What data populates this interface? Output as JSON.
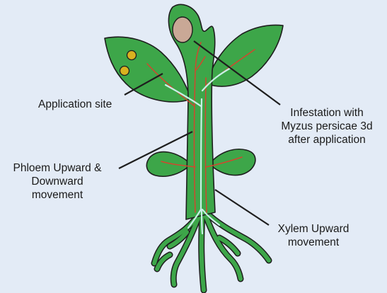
{
  "labels": {
    "application_site": "Application site",
    "infestation": [
      "Infestation with",
      "Myzus persicae 3d",
      "after application"
    ],
    "phloem": [
      "Phloem Upward &",
      "Downward",
      "movement"
    ],
    "xylem": [
      "Xylem Upward",
      "movement"
    ]
  },
  "colors": {
    "background": "#e3ebf6",
    "plant_fill": "#3da649",
    "plant_outline": "#1e1e1e",
    "phloem": "#d2472e",
    "xylem": "#c8f0e6",
    "application_dot": "#d9b21f",
    "aphid": "#c9a896"
  }
}
